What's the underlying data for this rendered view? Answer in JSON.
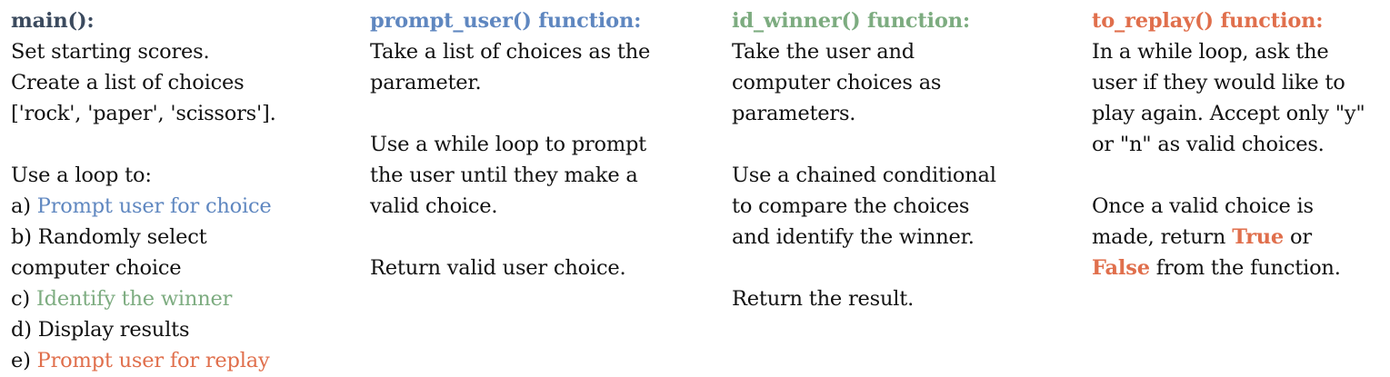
{
  "colors": {
    "main_heading": "#3b4a5e",
    "blue": "#5f87c0",
    "green": "#7dac80",
    "orange": "#e06f4c",
    "text": "#111111"
  },
  "main": {
    "heading": "main():",
    "lines": [
      "Set starting scores.",
      "Create a list of choices",
      "['rock', 'paper', 'scissors']."
    ],
    "loop_intro": "Use a loop to:",
    "steps": [
      {
        "prefix": "a) ",
        "text": "Prompt user for choice"
      },
      {
        "prefix": "b) ",
        "text": "Randomly select"
      },
      {
        "prefix": "",
        "text": "computer choice"
      },
      {
        "prefix": "c) ",
        "text": "Identify the winner"
      },
      {
        "prefix": "d) ",
        "text": "Display results"
      },
      {
        "prefix": "e) ",
        "text": "Prompt user for replay"
      }
    ]
  },
  "prompt_user": {
    "heading": "prompt_user() function:",
    "para1": [
      "Take a list of choices as the",
      "parameter."
    ],
    "para2": [
      "Use a while loop to prompt",
      "the user until they make a",
      "valid choice."
    ],
    "para3": [
      "Return valid user choice."
    ]
  },
  "id_winner": {
    "heading": "id_winner() function:",
    "para1": [
      "Take the user and",
      "computer choices as",
      "parameters."
    ],
    "para2": [
      "Use a chained conditional",
      "to compare the choices",
      "and identify the winner."
    ],
    "para3": [
      "Return the result."
    ]
  },
  "to_replay": {
    "heading": "to_replay() function:",
    "para1": [
      "In a while loop, ask the",
      "user if they would like to",
      "play again.  Accept only \"y\"",
      "or \"n\" as valid choices."
    ],
    "para2_line1": "Once a valid choice is",
    "para2_line2_prefix": "made, return ",
    "true_word": "True",
    "para2_line2_suffix": " or",
    "false_word": "False",
    "para2_line3_suffix": " from the function."
  }
}
